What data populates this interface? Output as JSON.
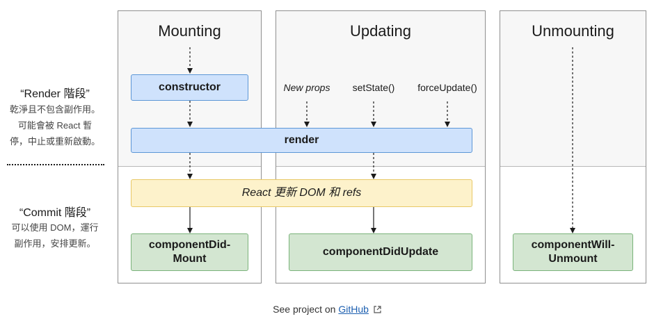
{
  "phases": {
    "mounting": "Mounting",
    "updating": "Updating",
    "unmounting": "Unmounting"
  },
  "side": {
    "render_title": "“Render 階段”",
    "render_desc_lines": [
      "乾淨且不包含副作用。",
      "可能會被 React 暫",
      "停，中止或重新啟動。"
    ],
    "commit_title": "“Commit 階段”",
    "commit_desc_lines": [
      "可以使用 DOM，運行",
      "副作用，安排更新。"
    ]
  },
  "boxes": {
    "constructor": "constructor",
    "render": "render",
    "react_updates_dom": "React 更新 DOM 和 refs",
    "component_did_mount": [
      "componentDid-",
      "Mount"
    ],
    "component_did_update": "componentDidUpdate",
    "component_will_unmount": [
      "componentWill-",
      "Unmount"
    ]
  },
  "triggers": {
    "new_props": "New props",
    "set_state": "setState()",
    "force_update": "forceUpdate()"
  },
  "footer": {
    "prefix": "See project on",
    "link": "GitHub",
    "link_icon": "external-link-icon"
  },
  "colors": {
    "blue_fill": "#cfe2fc",
    "blue_border": "#5c96d6",
    "yellow_fill": "#fdf2cb",
    "green_fill": "#d3e6d1",
    "link": "#1c5fb0"
  }
}
